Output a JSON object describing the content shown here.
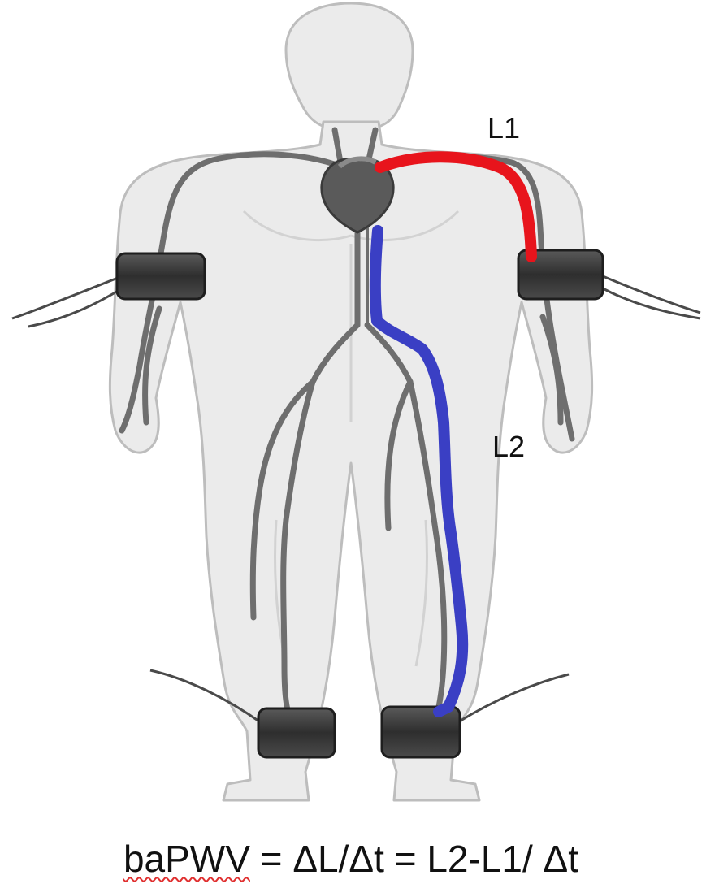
{
  "labels": {
    "l1": "L1",
    "l2": "L2"
  },
  "formula": {
    "abbreviation": "baPWV",
    "expression": " = ΔL/Δt = L2-L1/ Δt"
  },
  "colors": {
    "l1_path": "#e8141c",
    "l2_path": "#3a3fc4",
    "body_fill": "#ebebeb",
    "body_outline": "#bdbdbd",
    "vessel": "#6e6e6e",
    "cuff": "#3c3c3c",
    "heart": "#5a5a5a"
  }
}
